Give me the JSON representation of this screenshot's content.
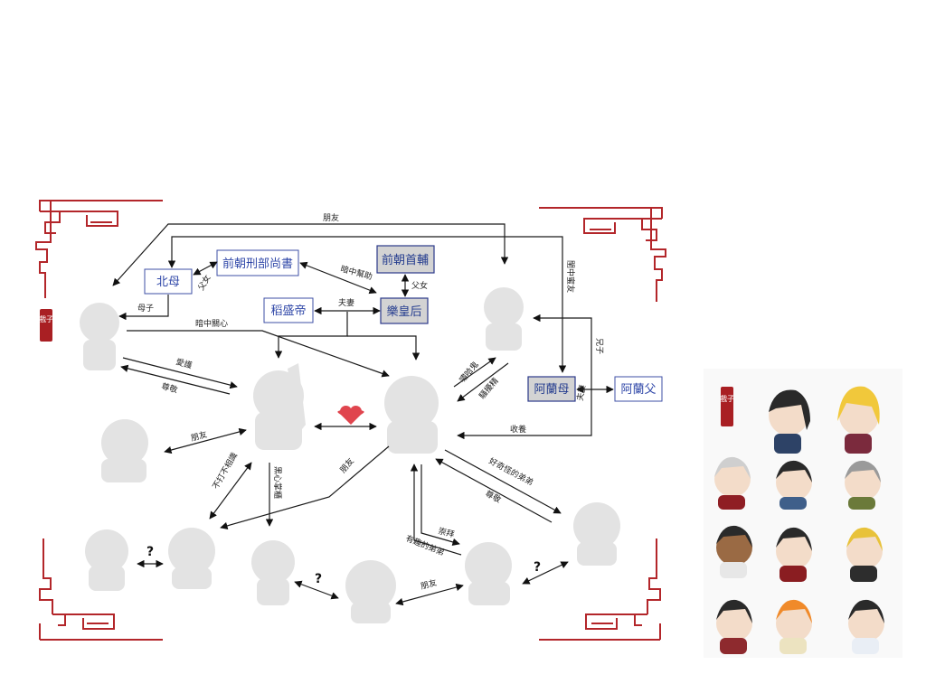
{
  "boxes": {
    "bei_mu": "北母",
    "qian_chao_xing_bu": "前朝刑部尚書",
    "qian_chao_shou_fu": "前朝首輔",
    "dao_sheng_di": "稻盛帝",
    "fan_huang_hou": "樂皇后",
    "a_lan_mu": "阿蘭母",
    "a_lan_fu": "阿蘭父"
  },
  "labels": {
    "peng_you_top": "朋友",
    "gui_zhong_mi_you": "閨中蜜友",
    "an_zhong_bang_zhu": "暗中幫助",
    "fu_nv_1": "父女",
    "fu_nv_2": "父女",
    "fu_qi_1": "夫妻",
    "mu_zi": "母子",
    "an_zhong_guan_xin": "暗中關心",
    "xiong_zi": "兄子",
    "ai_hu": "愛護",
    "zun_jing": "尊敬",
    "peng_you_left": "朋友",
    "xiao_gui": "嘯哈鬼",
    "da_kou_jing": "騷擾精",
    "shou_yang": "收養",
    "fu_qi_2": "夫妻",
    "bu_da_bu_xiang_shi": "不打不相識",
    "dao_xin_chang_xi": "黑心掌櫃",
    "peng_you_mid": "朋友",
    "hao_qi_guai_de_di_di": "好奇怪的弟弟",
    "zun_jing_2": "尊敬",
    "chong_bai": "崇拜",
    "you_qu_de_di_di": "有趣的弟弟",
    "peng_you_bottom": "朋友",
    "question": "?"
  },
  "seal_text": "戲子"
}
